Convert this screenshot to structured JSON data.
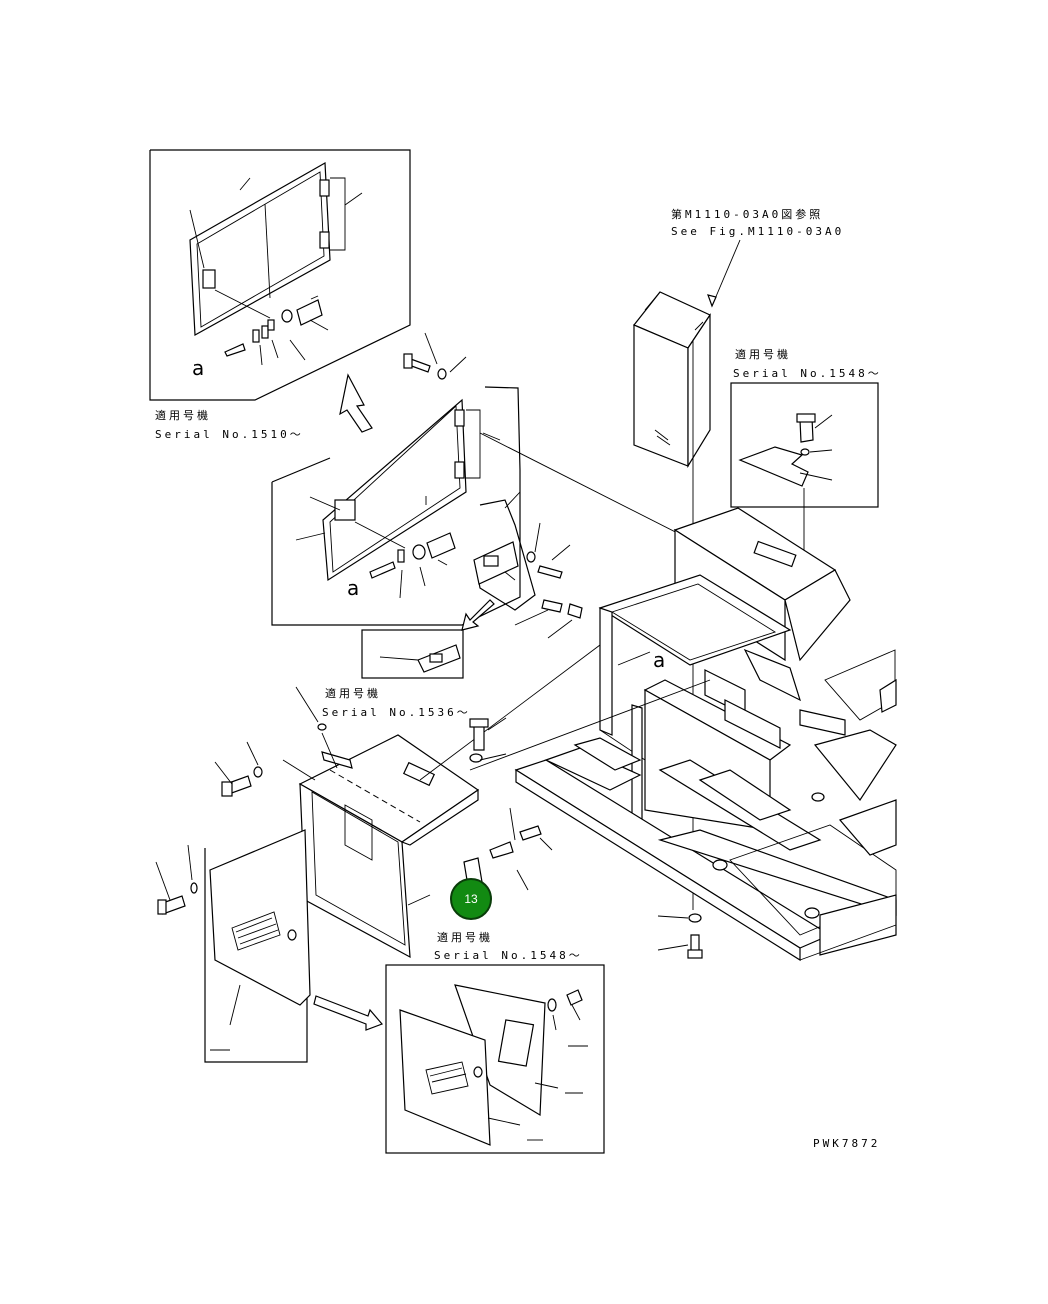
{
  "references": {
    "fig_ref_jp": "第M1110-03A0図参照",
    "fig_ref_en": "See Fig.M1110-03A0"
  },
  "applicability": [
    {
      "jp": "適用号機",
      "serial": "Serial No.1510～"
    },
    {
      "jp": "適用号機",
      "serial": "Serial No.1548～"
    },
    {
      "jp": "適用号機",
      "serial": "Serial No.1536～"
    },
    {
      "jp": "適用号機",
      "serial": "Serial No.1548～"
    }
  ],
  "detail_marks": [
    "a",
    "a",
    "a"
  ],
  "callouts": [
    {
      "number": "13"
    }
  ],
  "drawing_code": "PWK7872",
  "colors": {
    "callout_fill": "#128a12",
    "line": "#000000"
  }
}
